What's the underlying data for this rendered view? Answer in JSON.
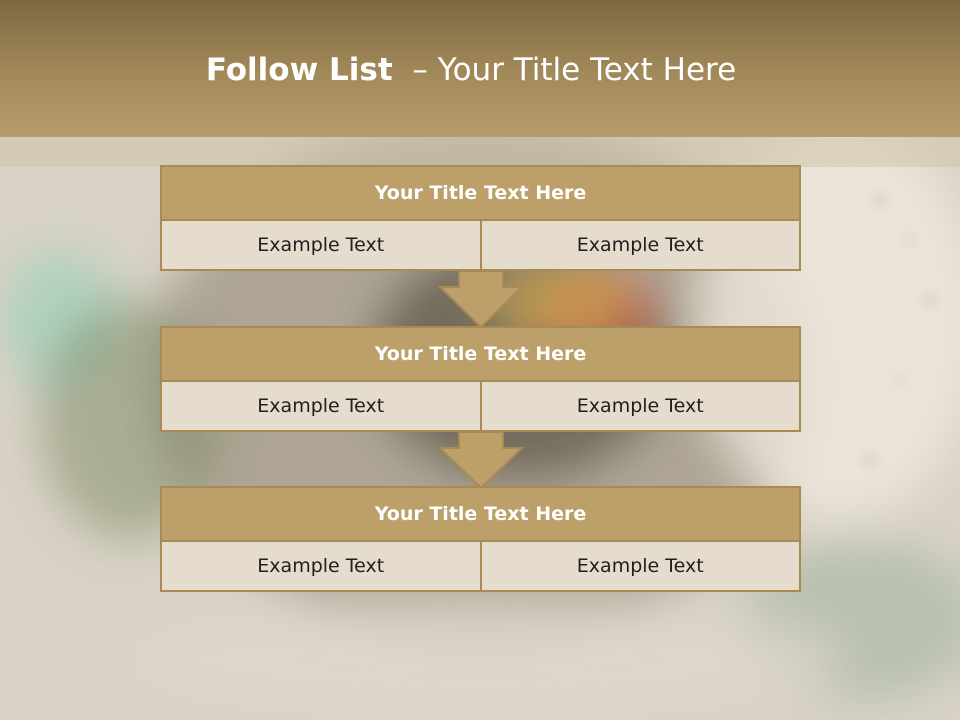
{
  "slide": {
    "title_bold": "Follow List",
    "title_rest": "– Your Title Text Here"
  },
  "steps": [
    {
      "title": "Your Title Text Here",
      "left": "Example Text",
      "right": "Example Text"
    },
    {
      "title": "Your Title Text Here",
      "left": "Example Text",
      "right": "Example Text"
    },
    {
      "title": "Your Title Text Here",
      "left": "Example Text",
      "right": "Example Text"
    }
  ],
  "colors": {
    "header": "#a48a5a",
    "title_fill": "#bd9f69",
    "cell_fill": "#e5dcce",
    "border": "#a88a55",
    "arrow_fill": "#bd9f69"
  }
}
